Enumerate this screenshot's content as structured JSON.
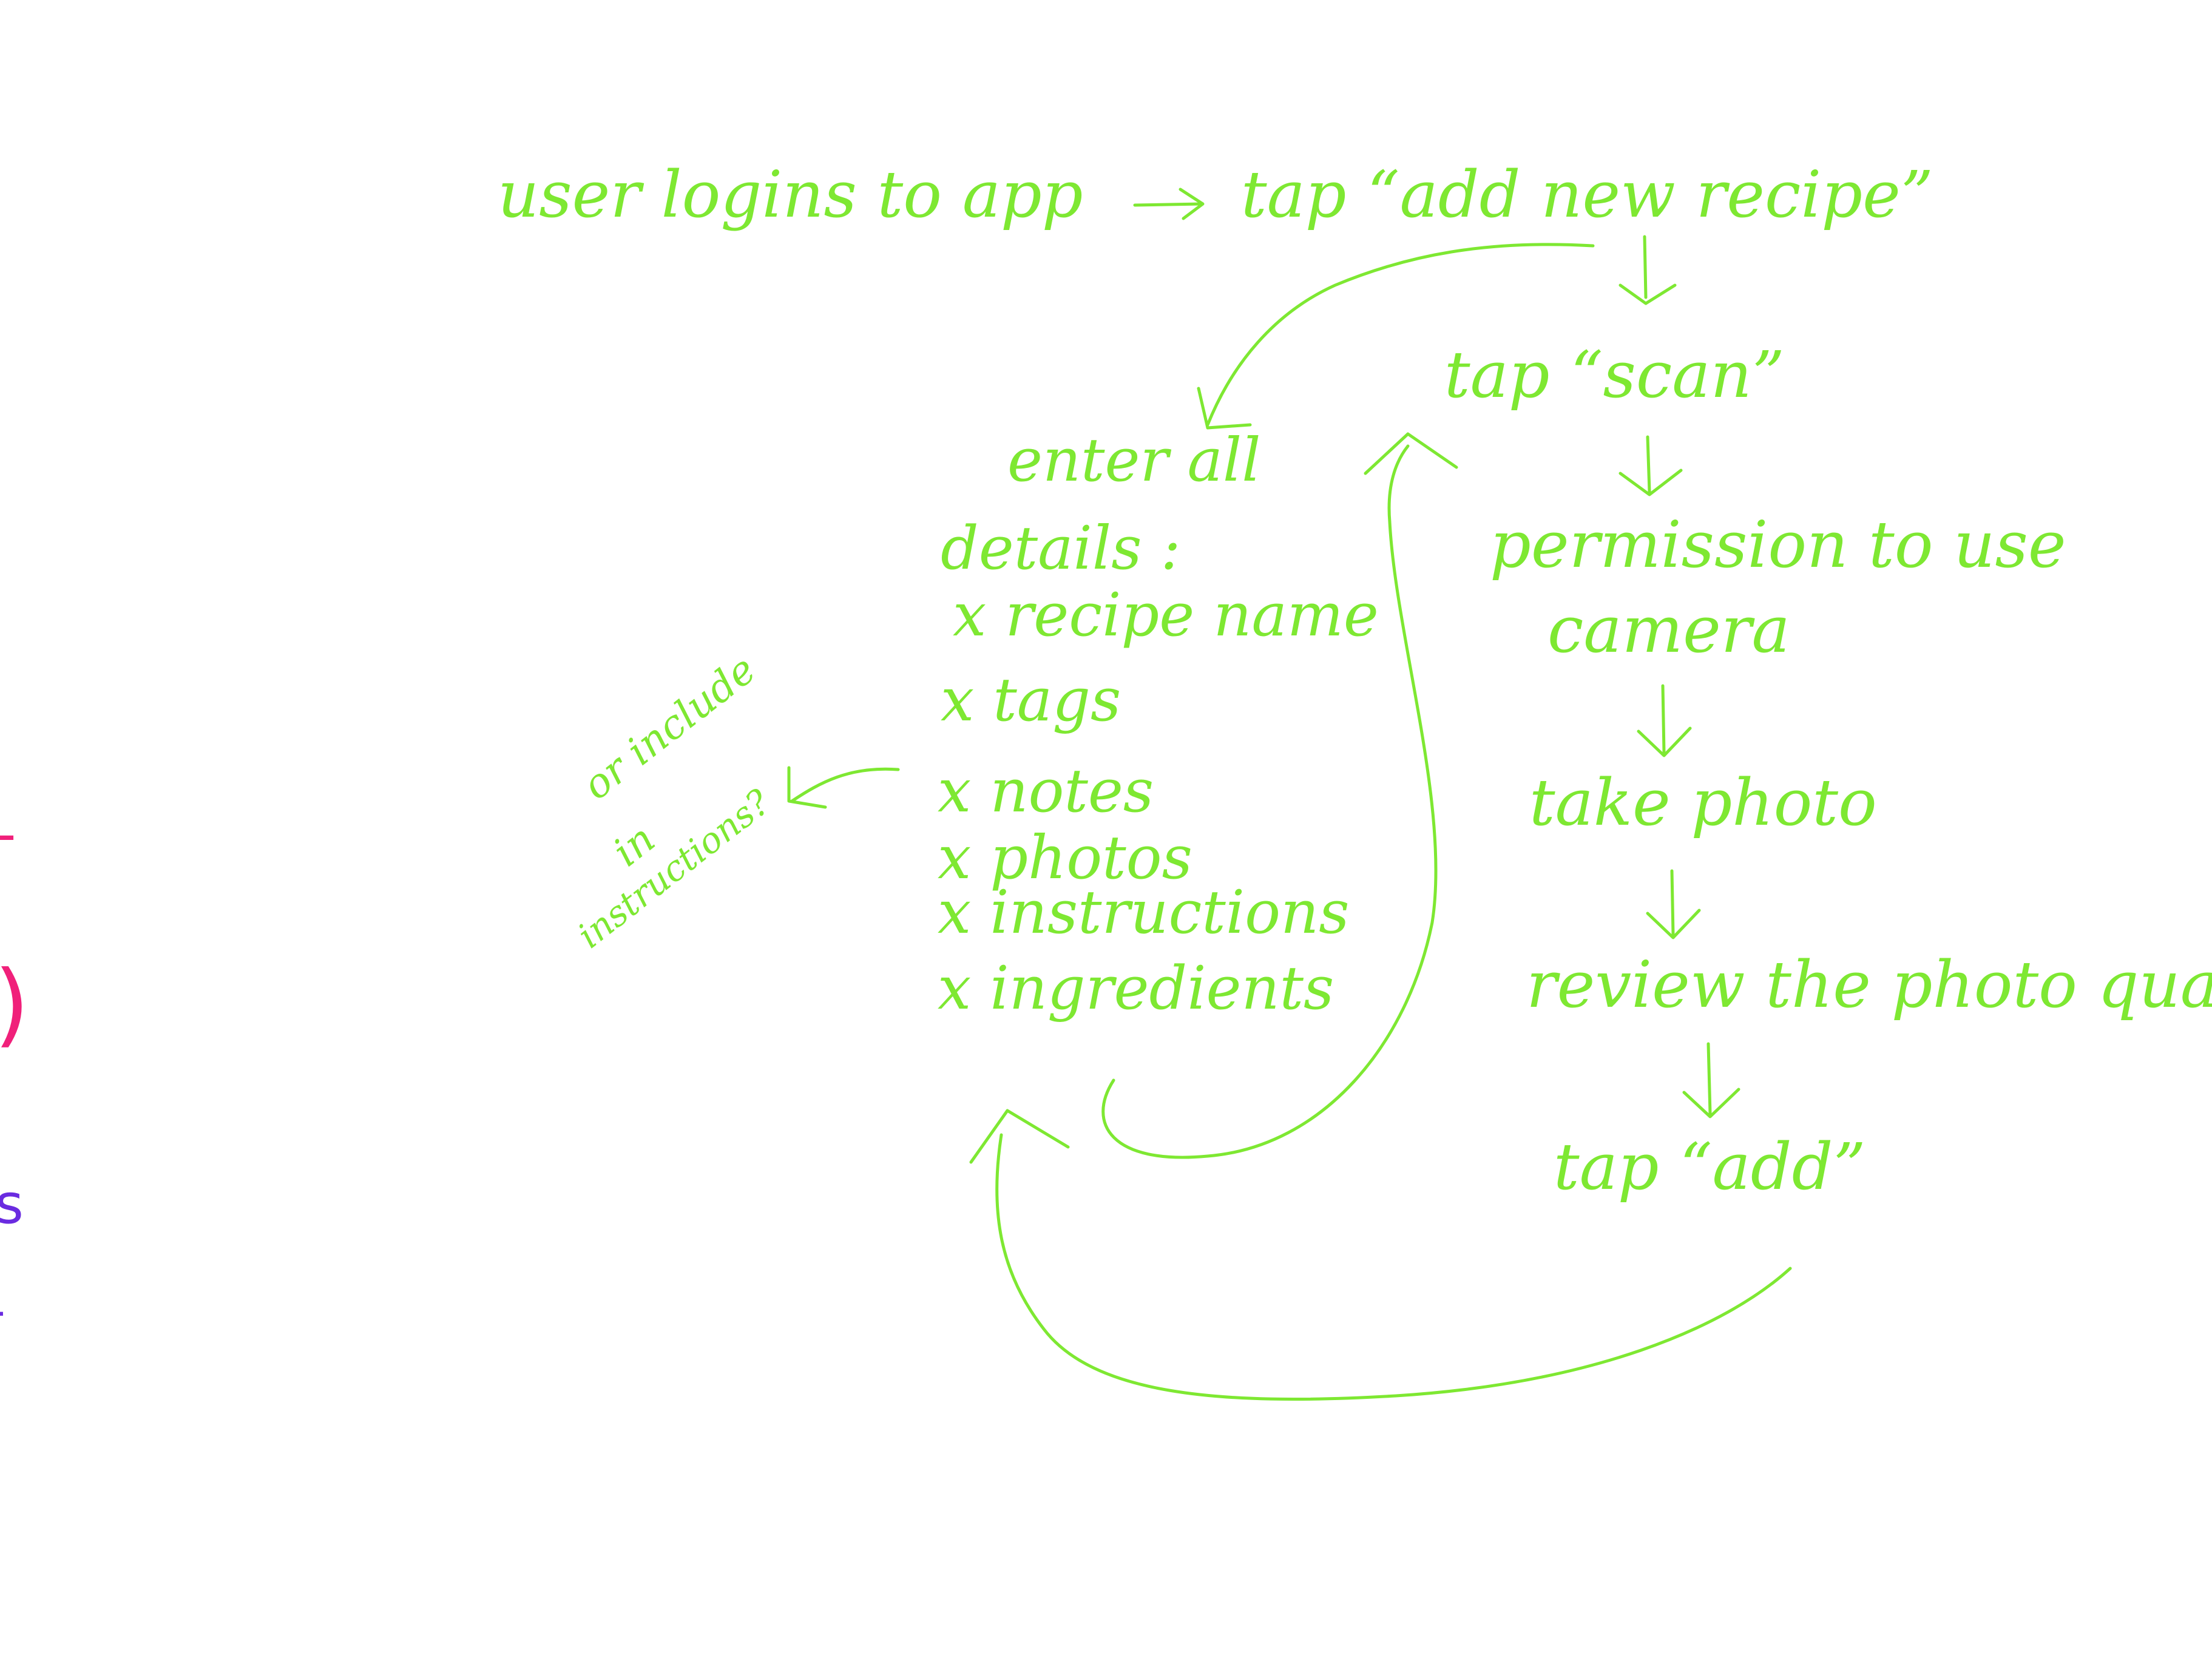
{
  "colors": {
    "ink_green": "#7ee832",
    "ink_pink": "#f0207a",
    "ink_purple": "#6a2be0",
    "background": "#ffffff"
  },
  "flow": {
    "step_1": "user logins to app",
    "step_2": "tap “add new recipe”",
    "step_3": "tap “scan”",
    "step_4_line_1": "permission to use",
    "step_4_line_2": "camera",
    "step_5": "take photo",
    "step_6": "review the photo qua",
    "step_7": "tap “add”"
  },
  "details": {
    "heading_line_1": "enter all",
    "heading_line_2": "details :",
    "items": [
      "x recipe name",
      "x tags",
      "x notes",
      "x photos",
      "x instructions",
      "x ingredients"
    ]
  },
  "side_note": {
    "line_1": "or include",
    "line_2": "in",
    "line_3": "instructions?"
  },
  "left_edge_fragments": {
    "pink_1": "-",
    "pink_2": ")",
    "purple_1": "s",
    "purple_2": "-"
  }
}
